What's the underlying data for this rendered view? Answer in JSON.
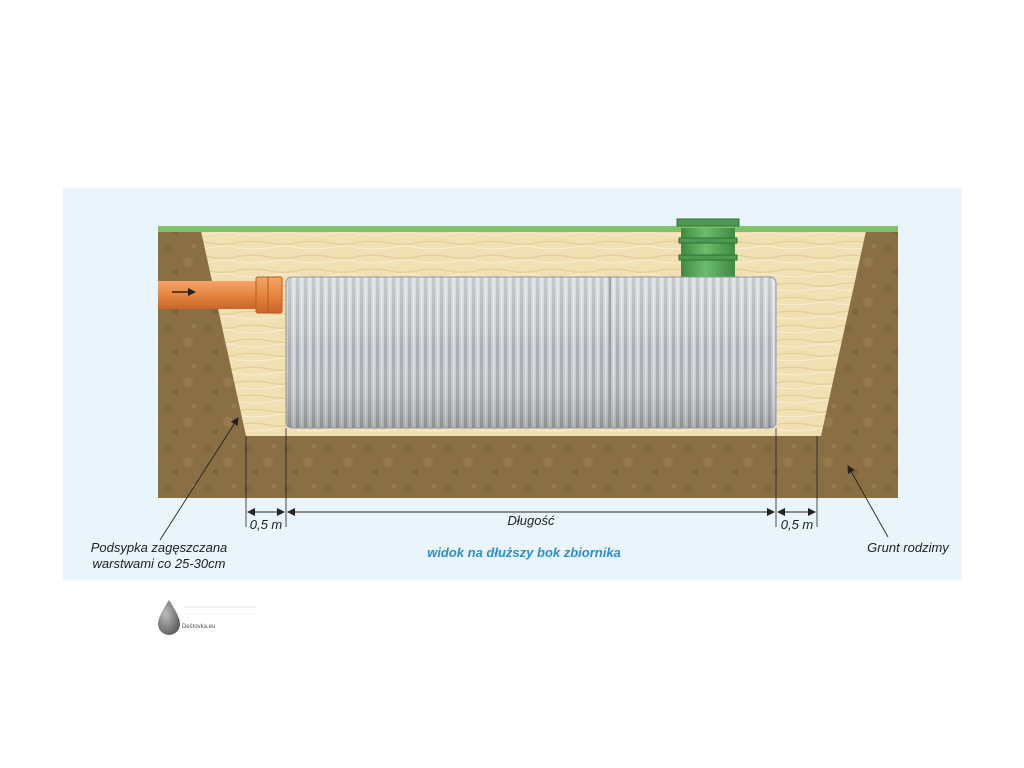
{
  "labels": {
    "dim_left": "0,5 m",
    "dim_length": "Długość",
    "dim_right": "0,5 m",
    "backfill": [
      "Podsypka zagęszczana",
      "warstwami co 25-30cm"
    ],
    "native_soil": "Grunt rodzimy",
    "view_caption": "widok na dłuższy bok zbiornika",
    "logo_text": "Deštovka.eu"
  },
  "colors": {
    "panel_bg": "#e9f4fb",
    "grass": "#7cc36a",
    "native_soil": "#8a6f45",
    "backfill_sand": "#f1e0b4",
    "tank": "#bfc4c8",
    "manhole": "#58a45a",
    "pipe": "#e8853f",
    "caption": "#2b8fcf",
    "text": "#222222"
  },
  "icons": {
    "flow_direction": "arrow-right-icon",
    "logo": "water-drop-icon"
  }
}
